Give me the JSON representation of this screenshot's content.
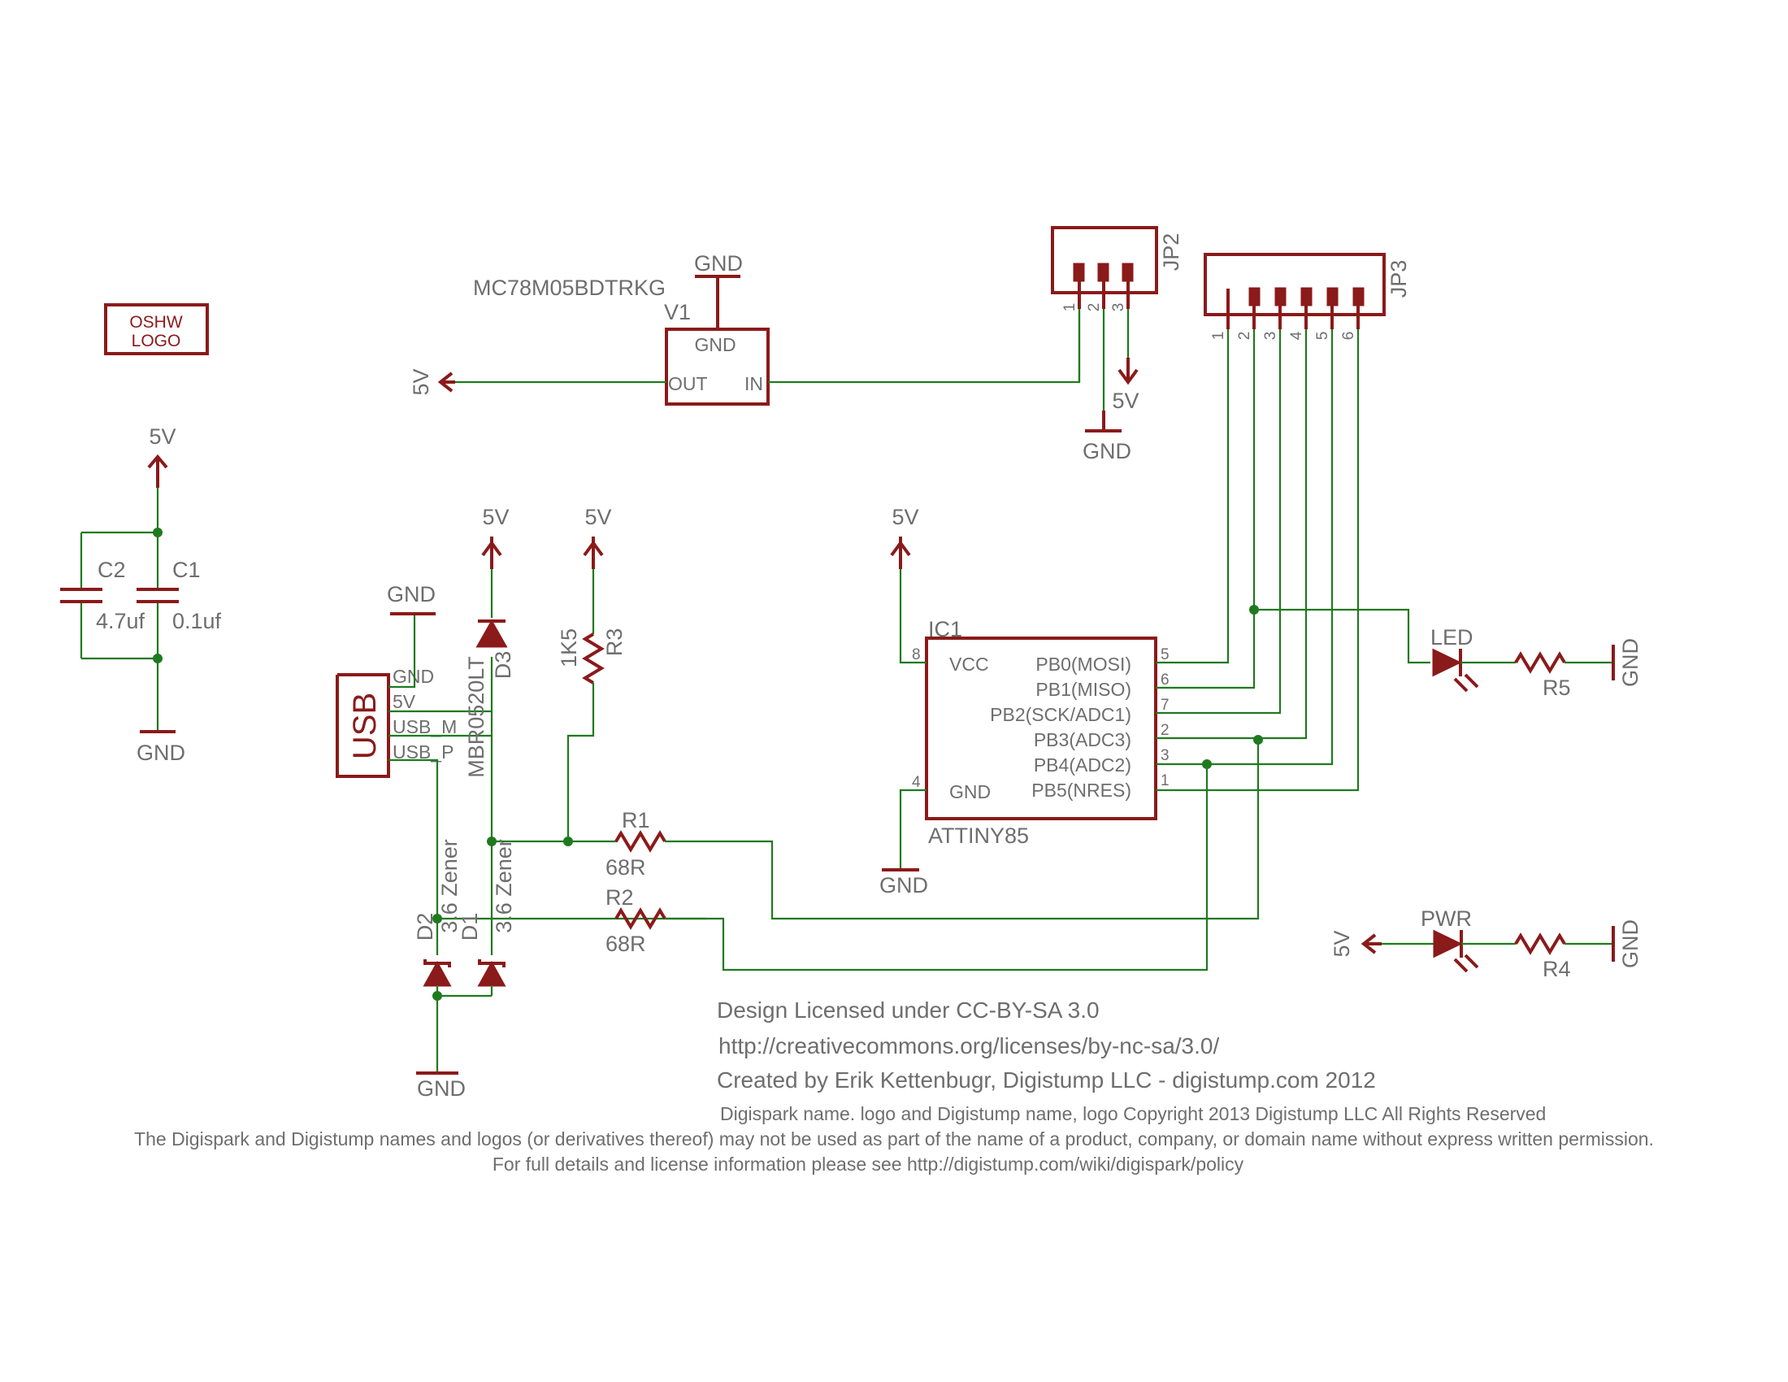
{
  "power": {
    "v5": "5V",
    "gnd": "GND"
  },
  "logo": {
    "line1": "OSHW",
    "line2": "LOGO"
  },
  "regulator": {
    "part": "MC78M05BDTRKG",
    "ref": "V1",
    "pin_gnd": "GND",
    "pin_out": "OUT",
    "pin_in": "IN"
  },
  "jp2": {
    "ref": "JP2",
    "pins": [
      "1",
      "2",
      "3"
    ]
  },
  "jp3": {
    "ref": "JP3",
    "pins": [
      "1",
      "2",
      "3",
      "4",
      "5",
      "6"
    ]
  },
  "caps": {
    "c1_ref": "C1",
    "c1_val": "0.1uf",
    "c2_ref": "C2",
    "c2_val": "4.7uf"
  },
  "usb": {
    "title": "USB",
    "pins": [
      "GND",
      "5V",
      "USB_M",
      "USB_P"
    ]
  },
  "d3": {
    "ref": "D3",
    "part": "MBR0520LT"
  },
  "r3": {
    "ref": "R3",
    "val": "1K5"
  },
  "ic1": {
    "ref": "IC1",
    "part": "ATTINY85",
    "left_pins": [
      {
        "name": "VCC",
        "num": "8"
      },
      {
        "name": "GND",
        "num": "4"
      }
    ],
    "right_pins": [
      {
        "name": "PB0(MOSI)",
        "num": "5"
      },
      {
        "name": "PB1(MISO)",
        "num": "6"
      },
      {
        "name": "PB2(SCK/ADC1)",
        "num": "7"
      },
      {
        "name": "PB3(ADC3)",
        "num": "2"
      },
      {
        "name": "PB4(ADC2)",
        "num": "3"
      },
      {
        "name": "PB5(NRES)",
        "num": "1"
      }
    ]
  },
  "r1": {
    "ref": "R1",
    "val": "68R"
  },
  "r2": {
    "ref": "R2",
    "val": "68R"
  },
  "zeners": {
    "d2_ref": "D2",
    "d1_ref": "D1",
    "type": "3.6 Zener"
  },
  "led": {
    "ref": "LED",
    "res": "R5"
  },
  "pwr": {
    "ref": "PWR",
    "res": "R4"
  },
  "credits": {
    "license": "Design Licensed under CC-BY-SA 3.0",
    "url": "http://creativecommons.org/licenses/by-nc-sa/3.0/",
    "author": "Created by Erik Kettenbugr, Digistump LLC - digistump.com 2012",
    "copyright": "Digispark name. logo and Digistump name, logo Copyright 2013 Digistump LLC All Rights Reserved",
    "names": "The Digispark and Digistump names and logos (or derivatives thereof) may not be used as part of the name of a product, company, or domain name without express written permission.",
    "details": "For full details and license information please see http://digistump.com/wiki/digispark/policy"
  },
  "colors": {
    "symbol": "#8b1a1a",
    "net": "#1f7a1f",
    "text": "#6e6e6e"
  }
}
